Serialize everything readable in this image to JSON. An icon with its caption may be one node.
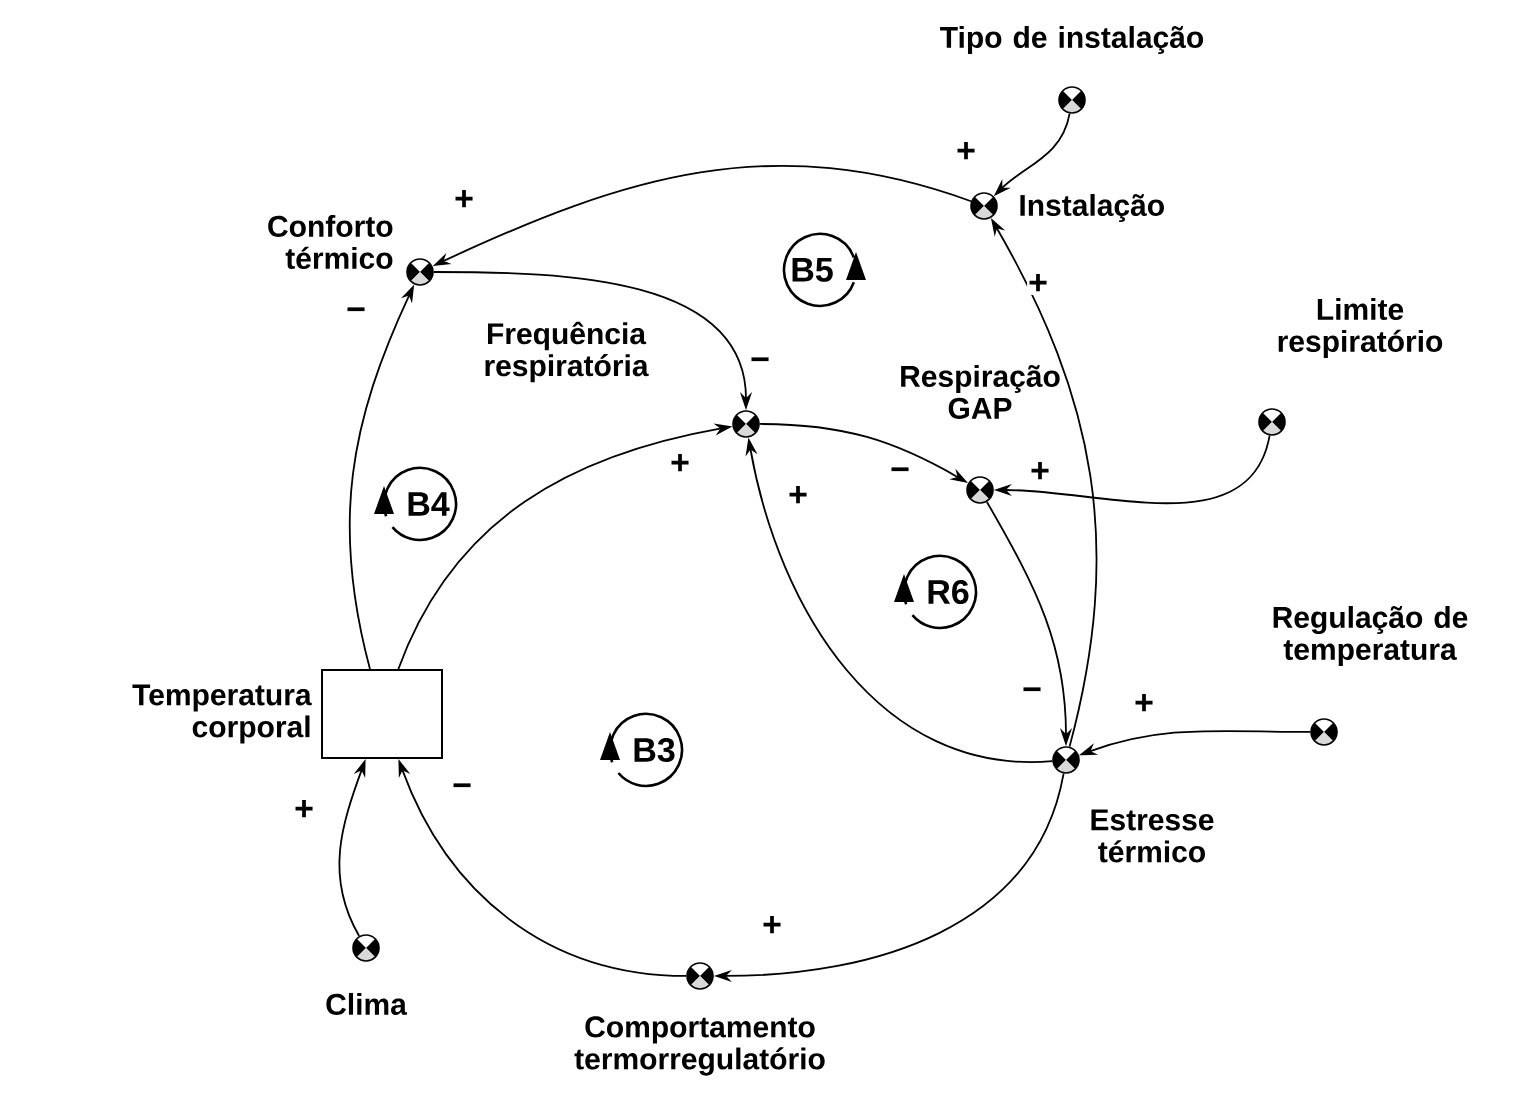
{
  "diagram": {
    "nodes": [
      {
        "text": [
          "Tipo de instalação"
        ]
      },
      {
        "text": [
          "Instalação"
        ]
      },
      {
        "text": [
          "Conforto térmico"
        ]
      },
      {
        "text": [
          "Frequência respiratória"
        ]
      },
      {
        "text": [
          "Limite respiratório"
        ]
      },
      {
        "text": [
          "Respiração GAP"
        ]
      },
      {
        "text": [
          "Temperatura corporal"
        ]
      },
      {
        "text": [
          "Regulação de temperatura"
        ]
      },
      {
        "text": [
          "Estresse térmico"
        ]
      },
      {
        "text": [
          "Clima"
        ]
      },
      {
        "text": [
          "Comportamento termorregulatório"
        ]
      }
    ],
    "edges": [
      {
        "from": 0,
        "to": 1,
        "arrow": "to",
        "label": "+"
      },
      {
        "from": 8,
        "to": 1,
        "arrow": "to",
        "label": "+"
      },
      {
        "from": 1,
        "to": 2,
        "arrow": "to",
        "label": "+"
      },
      {
        "from": 6,
        "to": 2,
        "arrow": "to",
        "label": "−"
      },
      {
        "from": 2,
        "to": 3,
        "arrow": "to",
        "label": "−"
      },
      {
        "from": 6,
        "to": 3,
        "arrow": "to",
        "label": "+"
      },
      {
        "from": 8,
        "to": 3,
        "arrow": "to",
        "label": "+"
      },
      {
        "from": 3,
        "to": 5,
        "arrow": "to",
        "label": "−"
      },
      {
        "from": 4,
        "to": 5,
        "arrow": "to",
        "label": "+"
      },
      {
        "from": 5,
        "to": 8,
        "arrow": "to",
        "label": "−"
      },
      {
        "from": 7,
        "to": 8,
        "arrow": "to",
        "label": "+"
      },
      {
        "from": 8,
        "to": 10,
        "arrow": "to",
        "label": "+"
      },
      {
        "from": 10,
        "to": 6,
        "arrow": "to",
        "label": "−"
      },
      {
        "from": 9,
        "to": 6,
        "arrow": "to",
        "label": "+"
      }
    ],
    "labels": [
      "B5",
      "B4",
      "R6",
      "B3"
    ]
  }
}
